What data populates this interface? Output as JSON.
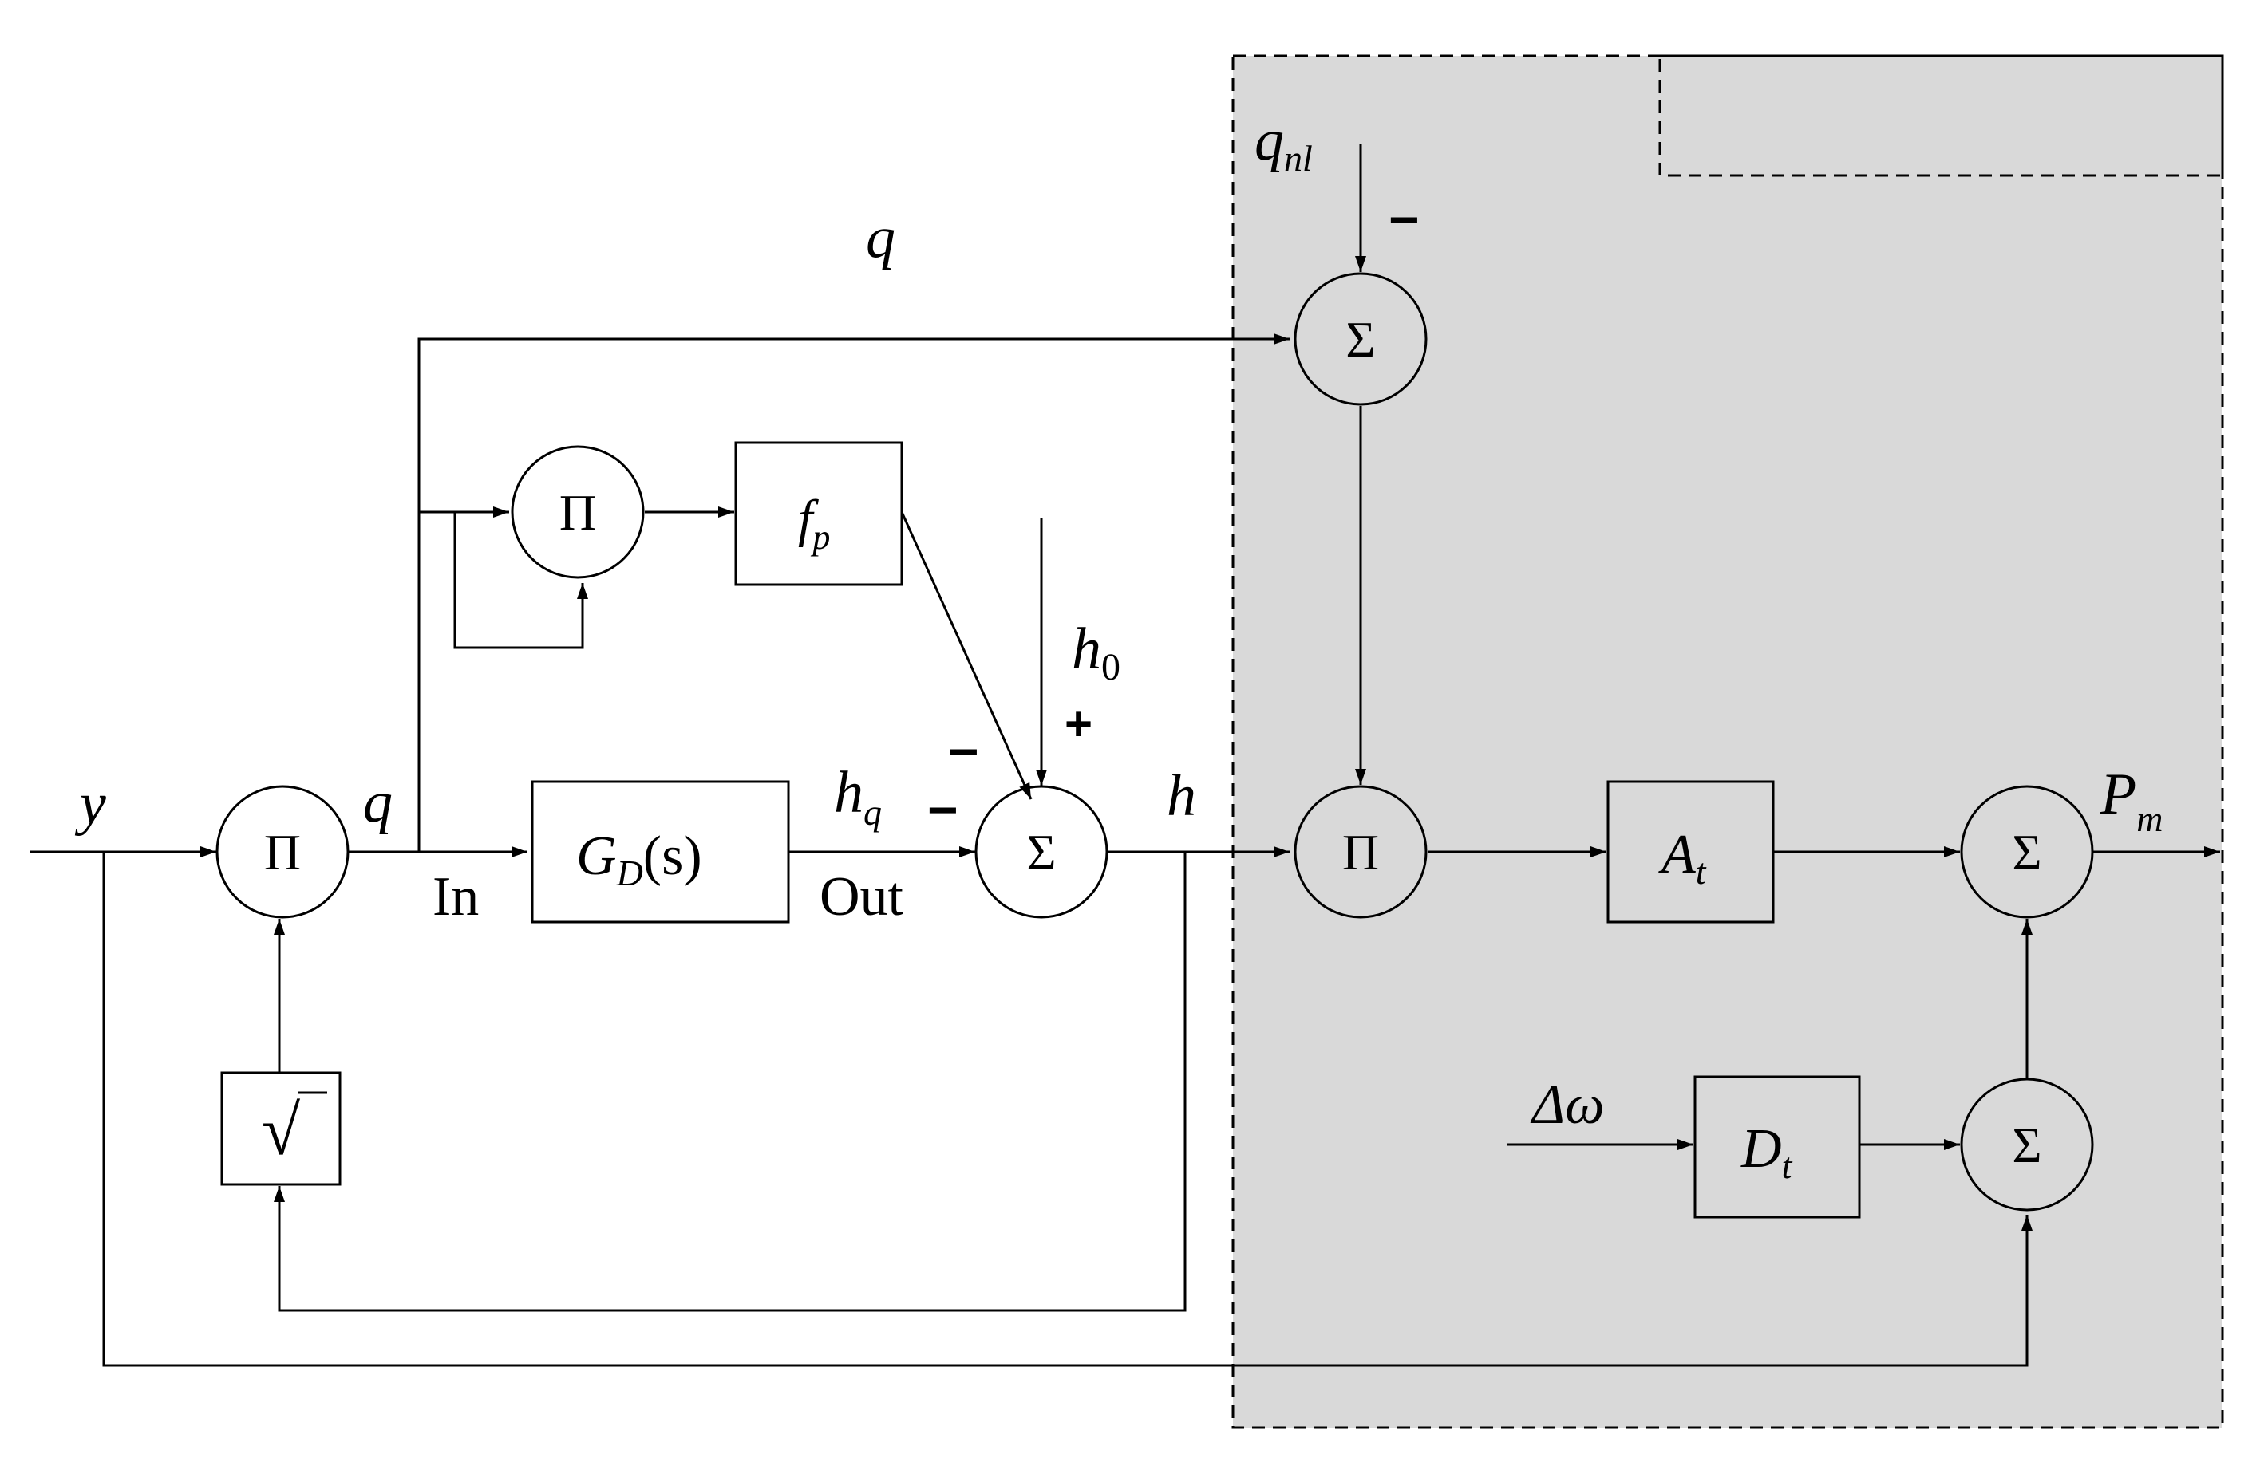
{
  "diagram": {
    "region_fill": "#d9d9d9",
    "signals": {
      "y": "y",
      "q_top": "q",
      "q_mid": "q",
      "h": "h",
      "h0": "h",
      "h0_sub": "0",
      "hq": "h",
      "hq_sub": "q",
      "qnl": "q",
      "qnl_sub": "nl",
      "pm": "P",
      "pm_sub": "m",
      "dw": "Δω"
    },
    "ports": {
      "in": "In",
      "out": "Out"
    },
    "blocks": {
      "pi": "Π",
      "sigma": "Σ",
      "sqrt": "√",
      "fp": "f",
      "fp_sub": "p",
      "gd": "G",
      "gd_sub": "D",
      "gd_arg": "(s)",
      "at": "A",
      "at_sub": "t",
      "dt": "D",
      "dt_sub": "t"
    },
    "signs": {
      "minus": "−",
      "plus": "+"
    }
  }
}
